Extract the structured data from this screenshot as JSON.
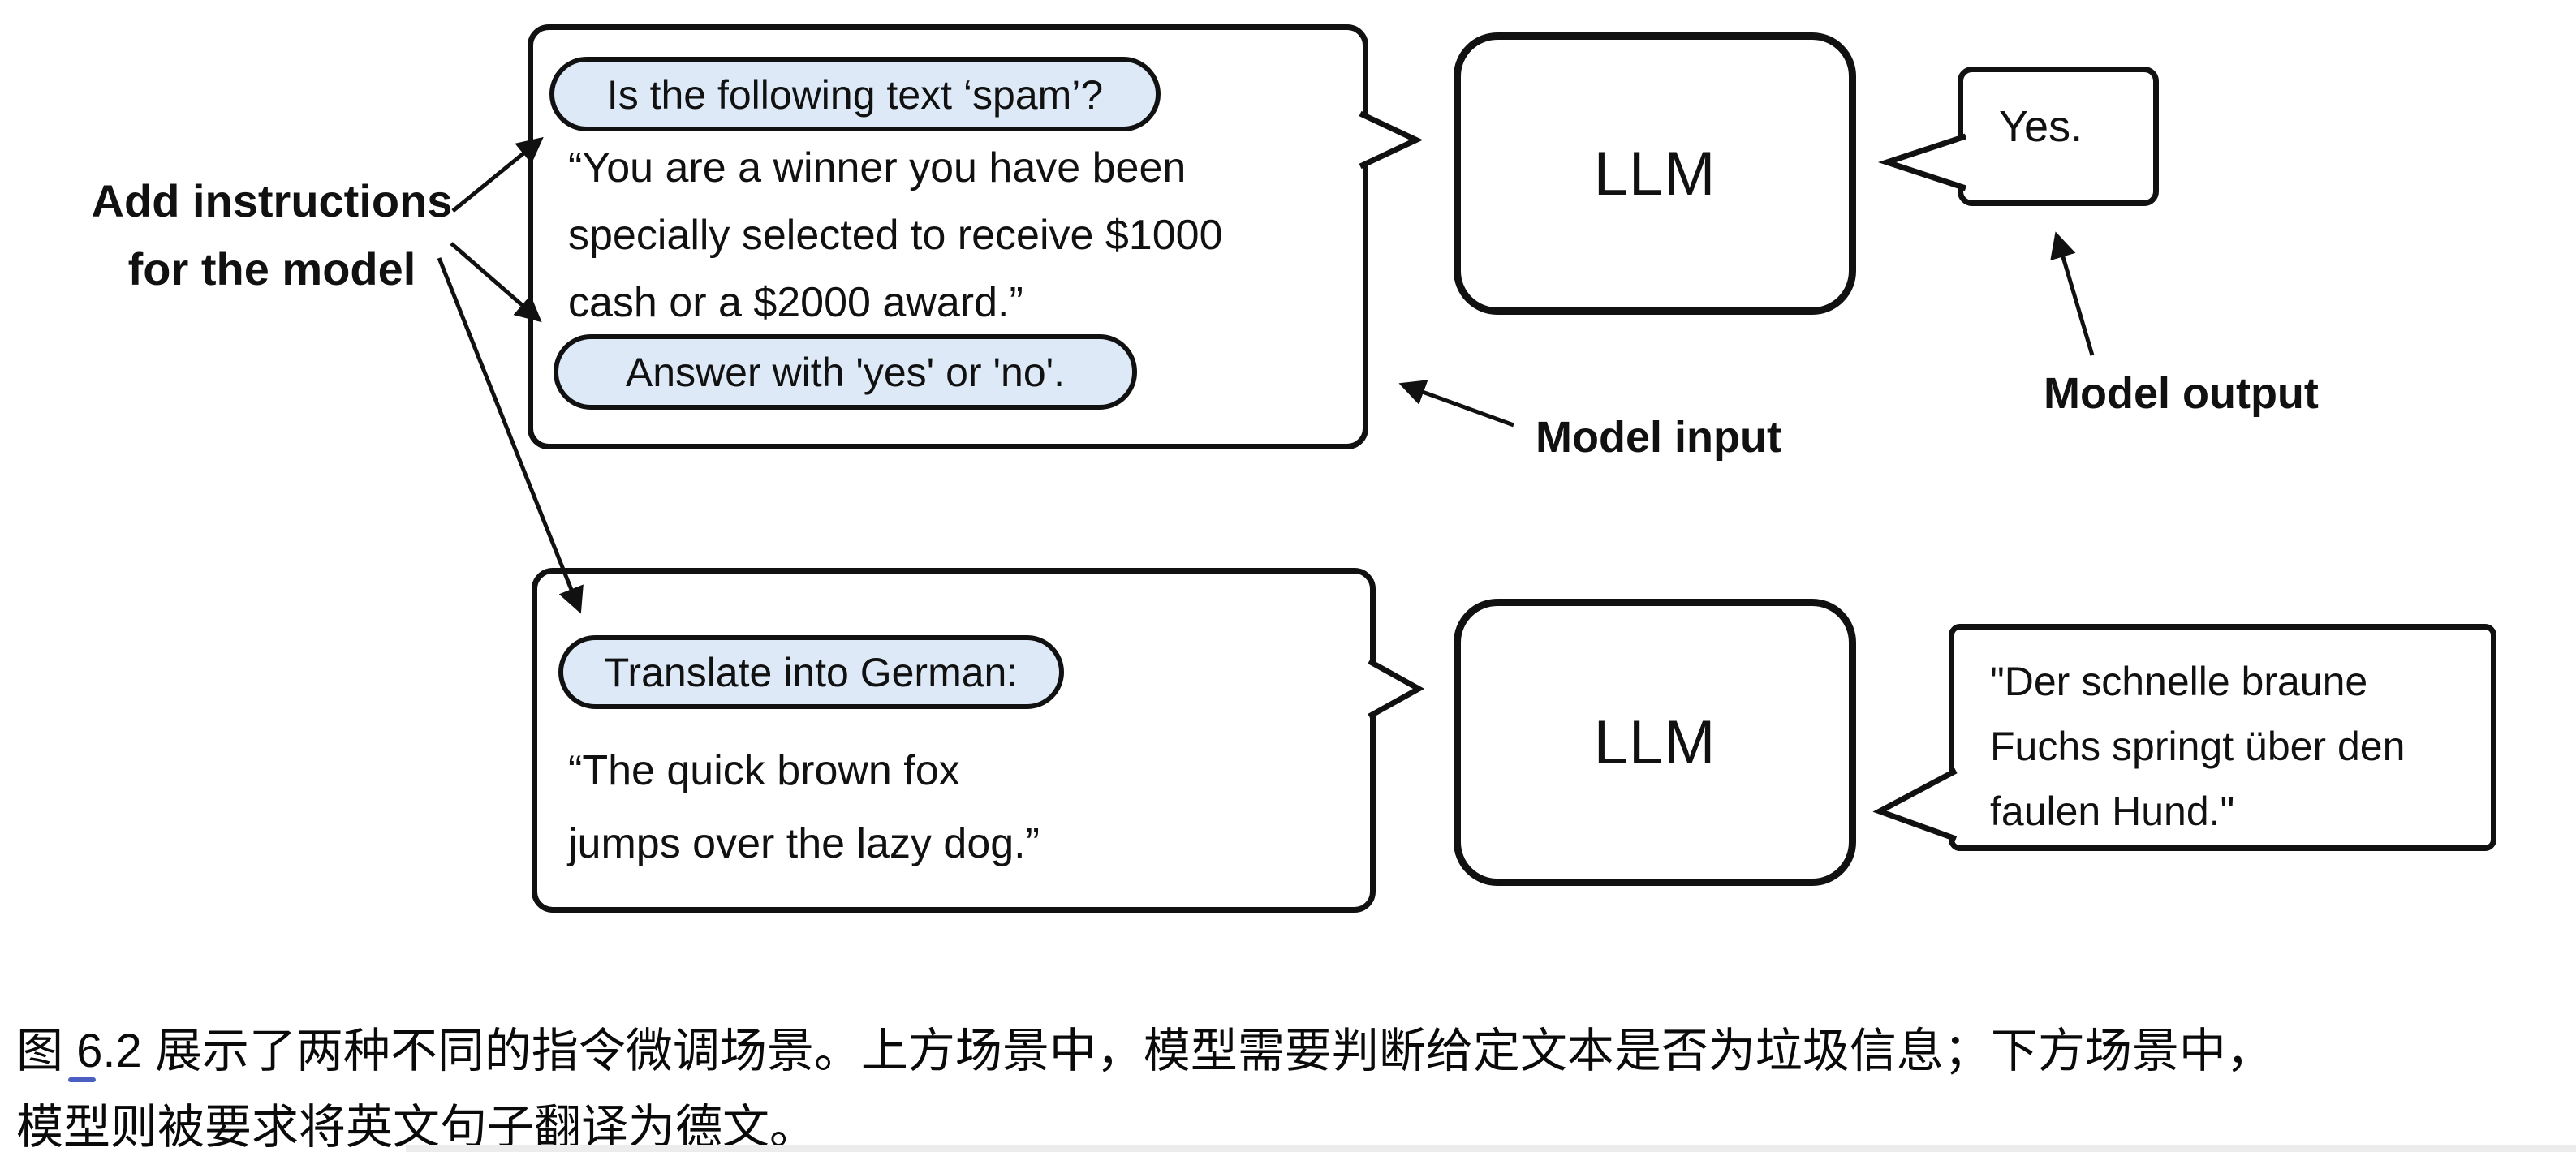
{
  "labels": {
    "add_instructions_line1": "Add instructions",
    "add_instructions_line2": "for the model",
    "model_input": "Model input",
    "model_output": "Model output"
  },
  "scenario_spam": {
    "instruction_pill_1": "Is the following text ‘spam’?",
    "body_lines": [
      "“You are a winner you have been",
      "specially selected to receive $1000",
      "cash or a $2000 award.”"
    ],
    "instruction_pill_2": "Answer with 'yes' or 'no'.",
    "llm_label": "LLM",
    "output": "Yes."
  },
  "scenario_translate": {
    "instruction_pill": "Translate into German:",
    "body_lines": [
      "“The quick brown fox",
      "jumps over the lazy dog.”"
    ],
    "llm_label": "LLM",
    "output_lines": [
      "\"Der schnelle braune",
      "Fuchs springt über den",
      "faulen Hund.\""
    ]
  },
  "caption": {
    "line1": "图 6.2 展示了两种不同的指令微调场景。上方场景中，模型需要判断给定文本是否为垃圾信息；下方场景中，",
    "line2": "模型则被要求将英文句子翻译为德文。"
  },
  "colors": {
    "pill_fill": "#dde9f7",
    "stroke": "#111111",
    "link_underline": "#4a5fc1",
    "bottom_strip": "#ececec"
  }
}
